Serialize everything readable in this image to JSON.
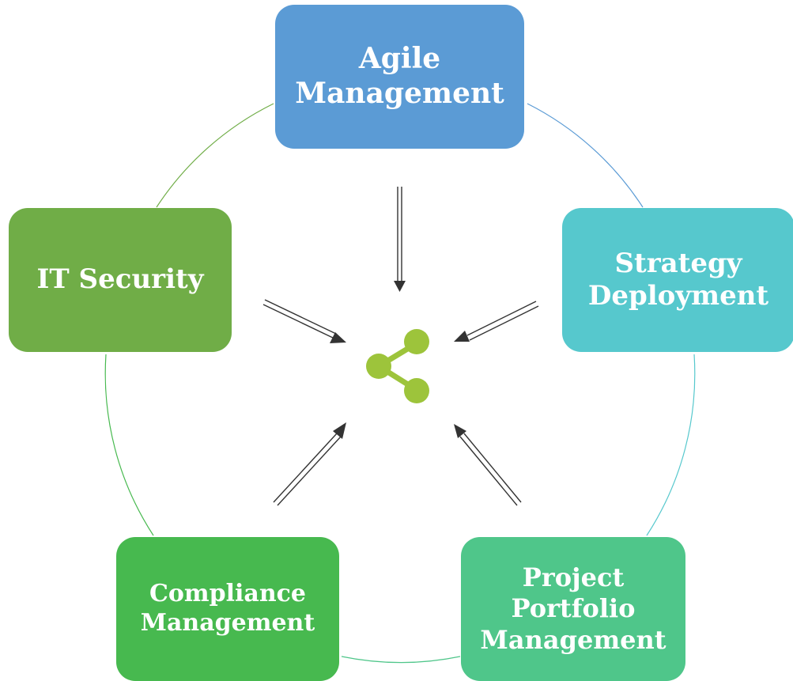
{
  "diagram": {
    "type": "cycle-to-center",
    "center_icon": "share-icon",
    "center_icon_color": "#9dc43b",
    "nodes": [
      {
        "id": "agile",
        "line1": "Agile",
        "line2": "Management",
        "line3": "",
        "color": "#5b9bd5"
      },
      {
        "id": "strategy",
        "line1": "Strategy",
        "line2": "Deployment",
        "line3": "",
        "color": "#56c8cd"
      },
      {
        "id": "project",
        "line1": "Project",
        "line2": "Portfolio",
        "line3": "Management",
        "color": "#4fc68a"
      },
      {
        "id": "compliance",
        "line1": "Compliance",
        "line2": "Management",
        "line3": "",
        "color": "#47b94f"
      },
      {
        "id": "it",
        "line1": "IT Security",
        "line2": "",
        "line3": "",
        "color": "#70ad47"
      }
    ],
    "ring_colors": [
      "#5b9bd5",
      "#56c8cd",
      "#4fc68a",
      "#47b94f",
      "#70ad47"
    ],
    "arrow_color": "#333333"
  }
}
